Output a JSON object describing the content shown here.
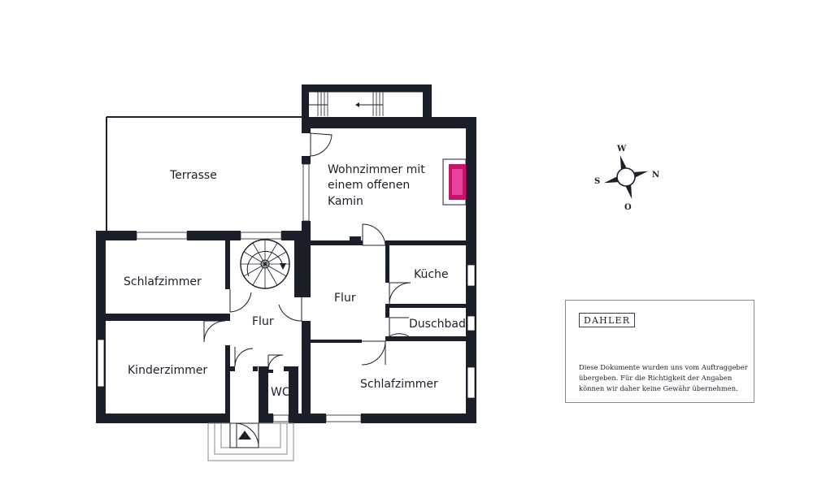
{
  "floorplan": {
    "rooms": {
      "terrace": "Terrasse",
      "living_line1": "Wohnzimmer mit",
      "living_line2": "einem offenen",
      "living_line3": "Kamin",
      "bedroom_left": "Schlafzimmer",
      "hall_left": "Flur",
      "hall_center": "Flur",
      "kitchen": "Küche",
      "shower_bath": "Duschbad",
      "childrens_room": "Kinderzimmer",
      "wc": "WC",
      "bedroom_right": "Schlafzimmer"
    },
    "colors": {
      "wall": "#1b1f2a",
      "fireplace_fill": "#c8126e",
      "fireplace_accent": "#e8449a"
    }
  },
  "compass": {
    "top": "W",
    "left": "S",
    "right": "N",
    "bottom": "O"
  },
  "disclaimer": {
    "brand": "DAHLER",
    "line1": "Diese Dokumente wurden uns vom Auftraggeber",
    "line2": "übergeben. Für die Richtigkeit der Angaben",
    "line3": "können wir daher keine Gewähr übernehmen."
  }
}
